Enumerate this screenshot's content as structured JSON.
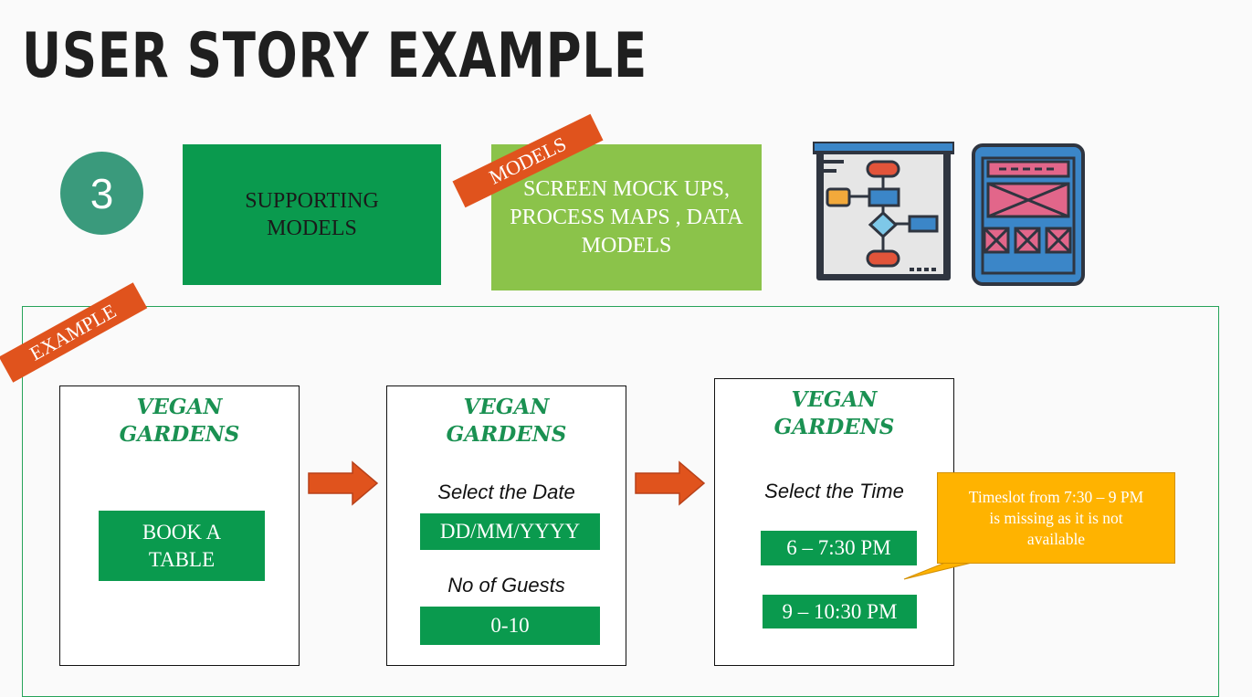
{
  "title": "USER STORY EXAMPLE",
  "step_number": "3",
  "supporting": {
    "line1": "SUPPORTING",
    "line2": "MODELS"
  },
  "models_ribbon": "MODELS",
  "models_box": {
    "line1": "SCREEN MOCK UPS,",
    "line2": "PROCESS MAPS , DATA",
    "line3": "MODELS"
  },
  "example_ribbon": "EXAMPLE",
  "screens": [
    {
      "brand1": "VEGAN",
      "brand2": "GARDENS",
      "button1": "BOOK A",
      "button2": "TABLE"
    },
    {
      "brand1": "VEGAN",
      "brand2": "GARDENS",
      "date_label": "Select the Date",
      "date_value": "DD/MM/YYYY",
      "guests_label": "No of Guests",
      "guests_value": "0-10"
    },
    {
      "brand1": "VEGAN",
      "brand2": "GARDENS",
      "time_label": "Select the Time",
      "slot1": "6 – 7:30 PM",
      "slot2": "9 – 10:30 PM"
    }
  ],
  "callout": {
    "line1": "Timeslot from 7:30 – 9 PM",
    "line2": "is missing as it is not",
    "line3": "available"
  },
  "icons": [
    "flowchart-icon",
    "wireframe-icon",
    "arrow-right-icon"
  ],
  "colors": {
    "green": "#0a9a4e",
    "lime": "#8bc34a",
    "orange": "#e0531d",
    "callout": "#ffb300"
  }
}
